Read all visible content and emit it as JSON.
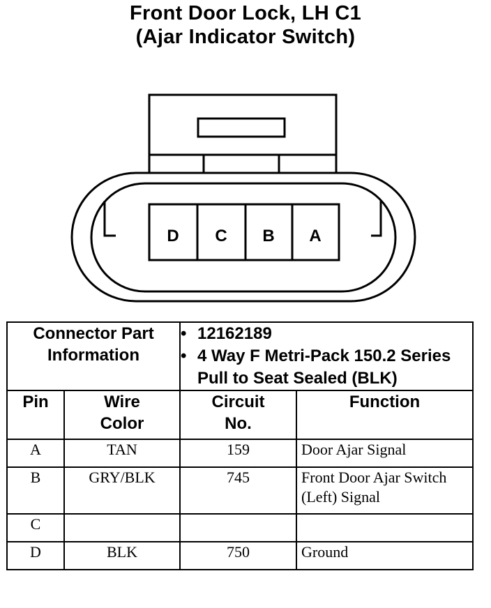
{
  "title": {
    "line1": "Front Door Lock, LH C1",
    "line2": "(Ajar Indicator Switch)"
  },
  "connector": {
    "pins": [
      "D",
      "C",
      "B",
      "A"
    ]
  },
  "part_info": {
    "label_line1": "Connector Part",
    "label_line2": "Information",
    "items": [
      "12162189",
      "4 Way F Metri-Pack 150.2 Series Pull to Seat Sealed (BLK)"
    ]
  },
  "columns": {
    "pin": "Pin",
    "wire_color_line1": "Wire",
    "wire_color_line2": "Color",
    "circuit_line1": "Circuit",
    "circuit_line2": "No.",
    "function": "Function"
  },
  "rows": [
    {
      "pin": "A",
      "wire_color": "TAN",
      "circuit": "159",
      "function": "Door Ajar Signal"
    },
    {
      "pin": "B",
      "wire_color": "GRY/BLK",
      "circuit": "745",
      "function": "Front Door Ajar Switch (Left) Signal"
    },
    {
      "pin": "C",
      "wire_color": "",
      "circuit": "",
      "function": ""
    },
    {
      "pin": "D",
      "wire_color": "BLK",
      "circuit": "750",
      "function": "Ground"
    }
  ]
}
